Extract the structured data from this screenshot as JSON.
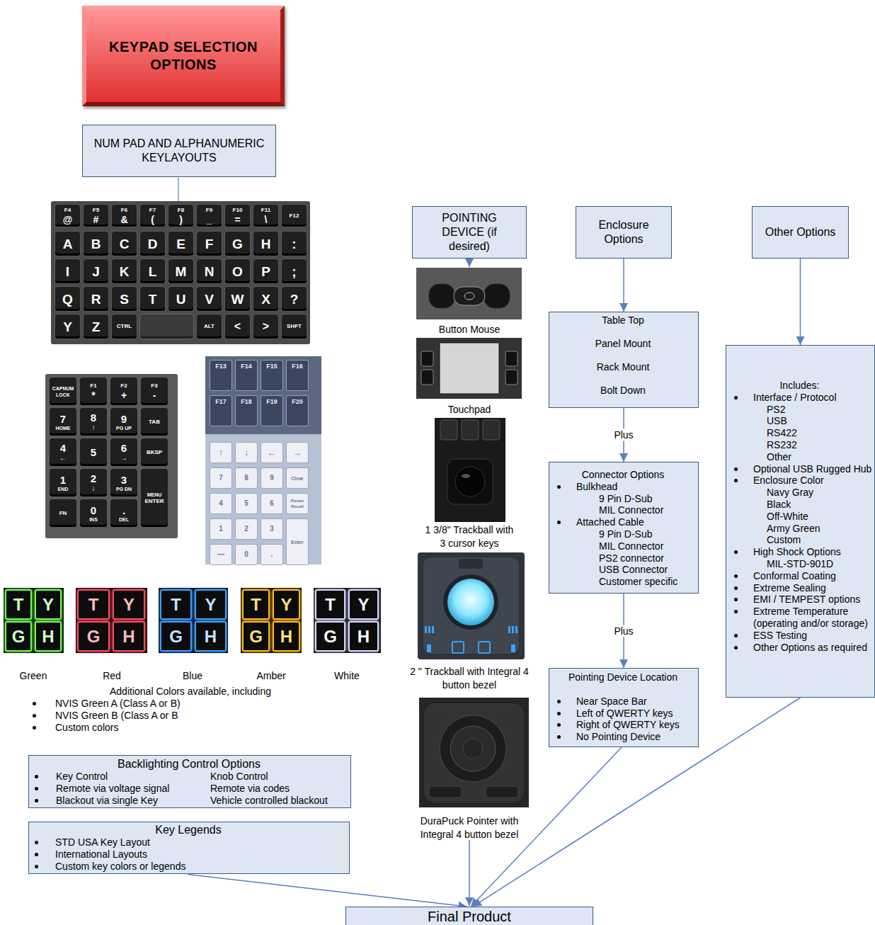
{
  "diagram": {
    "title": "KEYPAD SELECTION OPTIONS",
    "nodes": [
      {
        "text": [
          "NUM PAD AND ALPHANUMERIC KEYLAYOUTS"
        ]
      },
      {
        "text": [
          "POINTING DEVICE (if desired)"
        ]
      },
      {
        "text": [
          "Enclosure Options"
        ]
      },
      {
        "text": [
          "Other Options"
        ]
      },
      {
        "text": [
          "Table Top",
          "Panel Mount",
          "Rack Mount",
          "Bolt Down"
        ]
      },
      {
        "text": [
          "Connector Options",
          "Bulkhead",
          "9 Pin D-Sub",
          "MIL Connector",
          "Attached Cable",
          "9 Pin D-Sub",
          "MIL Connector",
          "PS2 connector",
          "USB Connector",
          "Customer specific"
        ]
      },
      {
        "text": [
          "Pointing Device Location",
          "Near Space Bar",
          "Left of QWERTY keys",
          "Right of QWERTY keys",
          "No Pointing Device"
        ]
      },
      {
        "text": [
          "Includes:",
          "Interface / Protocol",
          "PS2",
          "USB",
          "RS422",
          "RS232",
          "Other",
          "Optional USB Rugged Hub",
          "Enclosure Color",
          "Navy Gray",
          "Black",
          "Off-White",
          "Army Green",
          "Custom",
          "High Shock Options",
          "MIL-STD-901D",
          "Conformal Coating",
          "Extreme Sealing",
          "EMI / TEMPEST options",
          "Extreme Temperature (operating and/or storage)",
          "ESS Testing",
          "Other Options as required"
        ]
      },
      {
        "text": [
          "Backlighting Control Options",
          "Key Control",
          "Knob Control",
          "Remote via voltage signal",
          "Remote via codes",
          "Blackout via single Key",
          "Vehicle controlled blackout"
        ]
      },
      {
        "text": [
          "Key Legends",
          "STD USA Key Layout",
          "International Layouts",
          "Custom key colors or legends"
        ]
      },
      {
        "text": [
          "Final Product"
        ]
      }
    ],
    "edges": [
      {
        "from": 2,
        "to": 4,
        "arrow": "to"
      },
      {
        "from": 4,
        "to": 5,
        "label": "Plus",
        "arrow": "to"
      },
      {
        "from": 5,
        "to": 6,
        "label": "Plus",
        "arrow": "to"
      },
      {
        "from": 3,
        "to": 7,
        "arrow": "to"
      },
      {
        "from": 9,
        "to": 10,
        "arrow": "to"
      },
      {
        "from": 6,
        "to": 10,
        "arrow": "to"
      },
      {
        "from": 7,
        "to": 10,
        "arrow": "to"
      }
    ],
    "labels": [
      "F4",
      "@",
      "F5",
      "#",
      "F6",
      "&",
      "F7",
      "(",
      "F8",
      ")",
      "F9",
      "_",
      "F10",
      "=",
      "F11",
      "\\",
      "F12",
      "A",
      "B",
      "C",
      "D",
      "E",
      "F",
      "G",
      "H",
      ":",
      "I",
      "J",
      "K",
      "L",
      "M",
      "N",
      "O",
      "P",
      ";",
      "Q",
      "R",
      "S",
      "T",
      "U",
      "V",
      "W",
      "X",
      "?",
      "Y",
      "Z",
      "CTRL",
      "ALT",
      "<",
      ">",
      "SHFT",
      "CAPNUM LOCK",
      "F1",
      "*",
      "F2",
      "+",
      "F3",
      "-",
      "7",
      "HOME",
      "8",
      "↑",
      "9",
      "PG UP",
      "TAB",
      "4",
      "←",
      "5",
      "6",
      "→",
      "BKSP",
      "1",
      "END",
      "2",
      "↓",
      "3",
      "PG DN",
      "MENU",
      "ENTER",
      "FN",
      "0",
      "INS",
      ".",
      "DEL",
      "F13",
      "F14",
      "F15",
      "F16",
      "F17",
      "F18",
      "F19",
      "F20",
      "↑",
      "↓",
      "←",
      "→",
      "7",
      "8",
      "9",
      "Clear",
      "4",
      "5",
      "6",
      "Param Recall",
      "1",
      "2",
      "3",
      "Enter",
      "—",
      "0",
      ".",
      "T",
      "Y",
      "G",
      "H",
      "T",
      "Y",
      "G",
      "H",
      "T",
      "Y",
      "G",
      "H",
      "T",
      "Y",
      "G",
      "H",
      "T",
      "Y",
      "G",
      "H",
      "Green",
      "Red",
      "Blue",
      "Amber",
      "White",
      "Additional Colors available, including",
      "NVIS Green A (Class A or B)",
      "NVIS Green B (Class A or B",
      "Custom colors",
      "Button Mouse",
      "Touchpad",
      "1 3/8\" Trackball with 3 cursor keys",
      "2 \" Trackball with Integral 4 button bezel",
      "DuraPuck Pointer with Integral 4 button bezel"
    ]
  }
}
